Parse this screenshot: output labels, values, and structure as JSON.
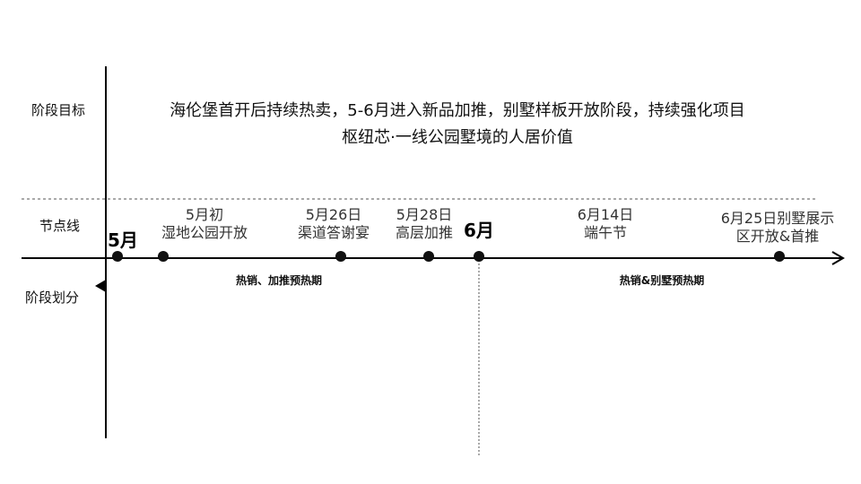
{
  "labels": {
    "goal": "阶段目标",
    "node_line": "节点线",
    "phase_div": "阶段划分"
  },
  "goal_text": {
    "line1": "海伦堡首开后持续热卖，5-6月进入新品加推，别墅样板开放阶段，持续强化项目",
    "line2": "枢纽芯·一线公园墅境的人居价值"
  },
  "months": {
    "may": "5月",
    "june": "6月"
  },
  "events": [
    {
      "line1": "5月初",
      "line2": "湿地公园开放"
    },
    {
      "line1": "5月26日",
      "line2": "渠道答谢宴"
    },
    {
      "line1": "5月28日",
      "line2": "高层加推"
    },
    {
      "line1": "6月14日",
      "line2": "端午节"
    },
    {
      "line1": "6月25日别墅展示",
      "line2": "区开放&首推"
    }
  ],
  "phases": [
    "热销、加推预热期",
    "热销&别墅预热期"
  ],
  "colors": {
    "axis": "#000000",
    "node": "#111111",
    "dashed": "#555555"
  }
}
